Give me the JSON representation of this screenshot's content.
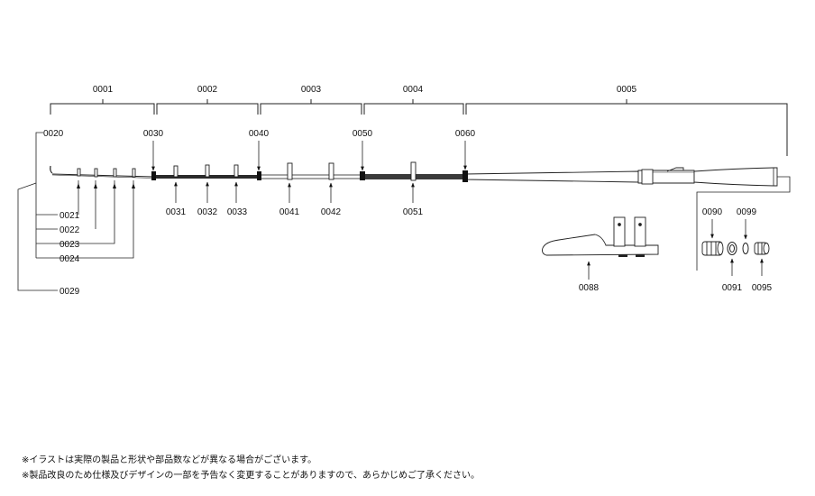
{
  "sections": [
    "0001",
    "0002",
    "0003",
    "0004",
    "0005"
  ],
  "ferrules": [
    "0020",
    "0030",
    "0040",
    "0050",
    "0060"
  ],
  "tip_guides": [
    "0021",
    "0022",
    "0023",
    "0024",
    "0029"
  ],
  "section2_guides": [
    "0031",
    "0032",
    "0033"
  ],
  "section3_guides": [
    "0041",
    "0042"
  ],
  "section4_guides": [
    "0051"
  ],
  "accessories": {
    "holder": "0088",
    "cap": "0090",
    "ring": "0091",
    "oring": "0099",
    "butt_cap": "0095"
  },
  "notes": [
    "※イラストは実際の製品と形状や部品数などが異なる場合がございます。",
    "※製品改良のため仕様及びデザインの一部を予告なく変更することがありますので、あらかじめご了承ください。"
  ]
}
